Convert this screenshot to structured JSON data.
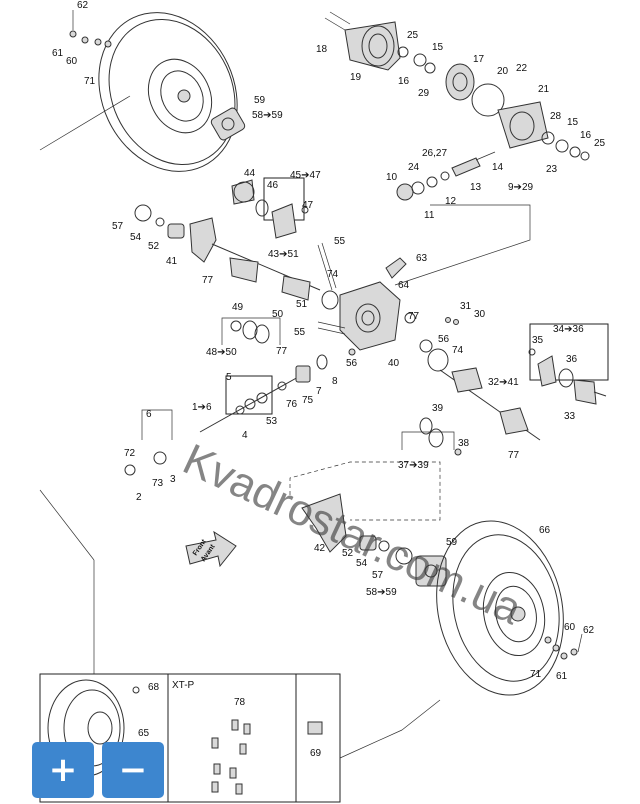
{
  "labels": {
    "p62a": "62",
    "p61a": "61",
    "p60a": "60",
    "p71a": "71",
    "p59a": "59",
    "p5859a": "58➔59",
    "p18": "18",
    "p19": "19",
    "p25a": "25",
    "p15a": "15",
    "p16a": "16",
    "p29": "29",
    "p17": "17",
    "p20": "20",
    "p22": "22",
    "p21": "21",
    "p28": "28",
    "p15b": "15",
    "p16b": "16",
    "p25b": "25",
    "p23": "23",
    "p14": "14",
    "p2627": "26,27",
    "p24": "24",
    "p10": "10",
    "p11": "11",
    "p12": "12",
    "p13": "13",
    "p929": "9➔29",
    "p44": "44",
    "p46": "46",
    "p4547": "45➔47",
    "p47": "47",
    "p57a": "57",
    "p54a": "54",
    "p52a": "52",
    "p41": "41",
    "p77a": "77",
    "p4351": "43➔51",
    "p55a": "55",
    "p63": "63",
    "p74a": "74",
    "p64": "64",
    "p51": "51",
    "p49": "49",
    "p50": "50",
    "p4850": "48➔50",
    "p77b": "77",
    "p55b": "55",
    "p77c": "77",
    "p31": "31",
    "p30": "30",
    "p56a": "56",
    "p56b": "56",
    "p74b": "74",
    "p40": "40",
    "p3436": "34➔36",
    "p35": "35",
    "p36": "36",
    "p33": "33",
    "p3241": "32➔41",
    "p5": "5",
    "p16a6": "1➔6",
    "p4": "4",
    "p53": "53",
    "p76": "76",
    "p75": "75",
    "p7": "7",
    "p8": "8",
    "p39": "39",
    "p38": "38",
    "p3739": "37➔39",
    "p77d": "77",
    "p6": "6",
    "p72": "72",
    "p73": "73",
    "p3": "3",
    "p2": "2",
    "p42": "42",
    "p52b": "52",
    "p59b": "59",
    "p54b": "54",
    "p57b": "57",
    "p5859b": "58➔59",
    "p66": "66",
    "p60b": "60",
    "p62b": "62",
    "p71b": "71",
    "p61b": "61",
    "p68": "68",
    "p65": "65",
    "p78": "78",
    "p69": "69"
  },
  "front_arrow": {
    "line1": "Front",
    "line2": "Avant"
  },
  "panel_title": "XT-P",
  "watermark": "Kvadrostar.com.ua",
  "controls": {
    "zoom_in": "+",
    "zoom_out": "−"
  }
}
